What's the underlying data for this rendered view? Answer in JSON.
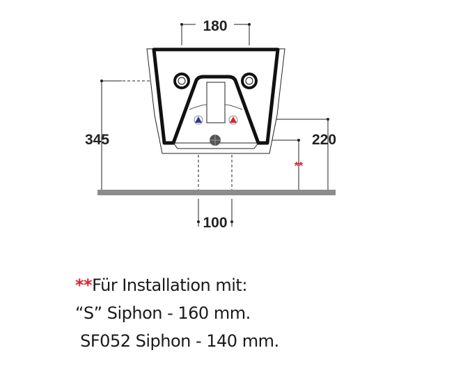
{
  "dimensions": {
    "top_width": "180",
    "total_height": "345",
    "inlet_height": "220",
    "bottom_spacing": "100",
    "marker": "**"
  },
  "notes": {
    "marker": "**",
    "line1": "Für Installation mit:",
    "line2": "“S” Siphon - 160 mm.",
    "line3": " SF052 Siphon - 140 mm."
  },
  "colors": {
    "cold": "#2a3590",
    "hot": "#e0202a",
    "floor": "#8c8c8c",
    "marker": "#e0202a"
  }
}
